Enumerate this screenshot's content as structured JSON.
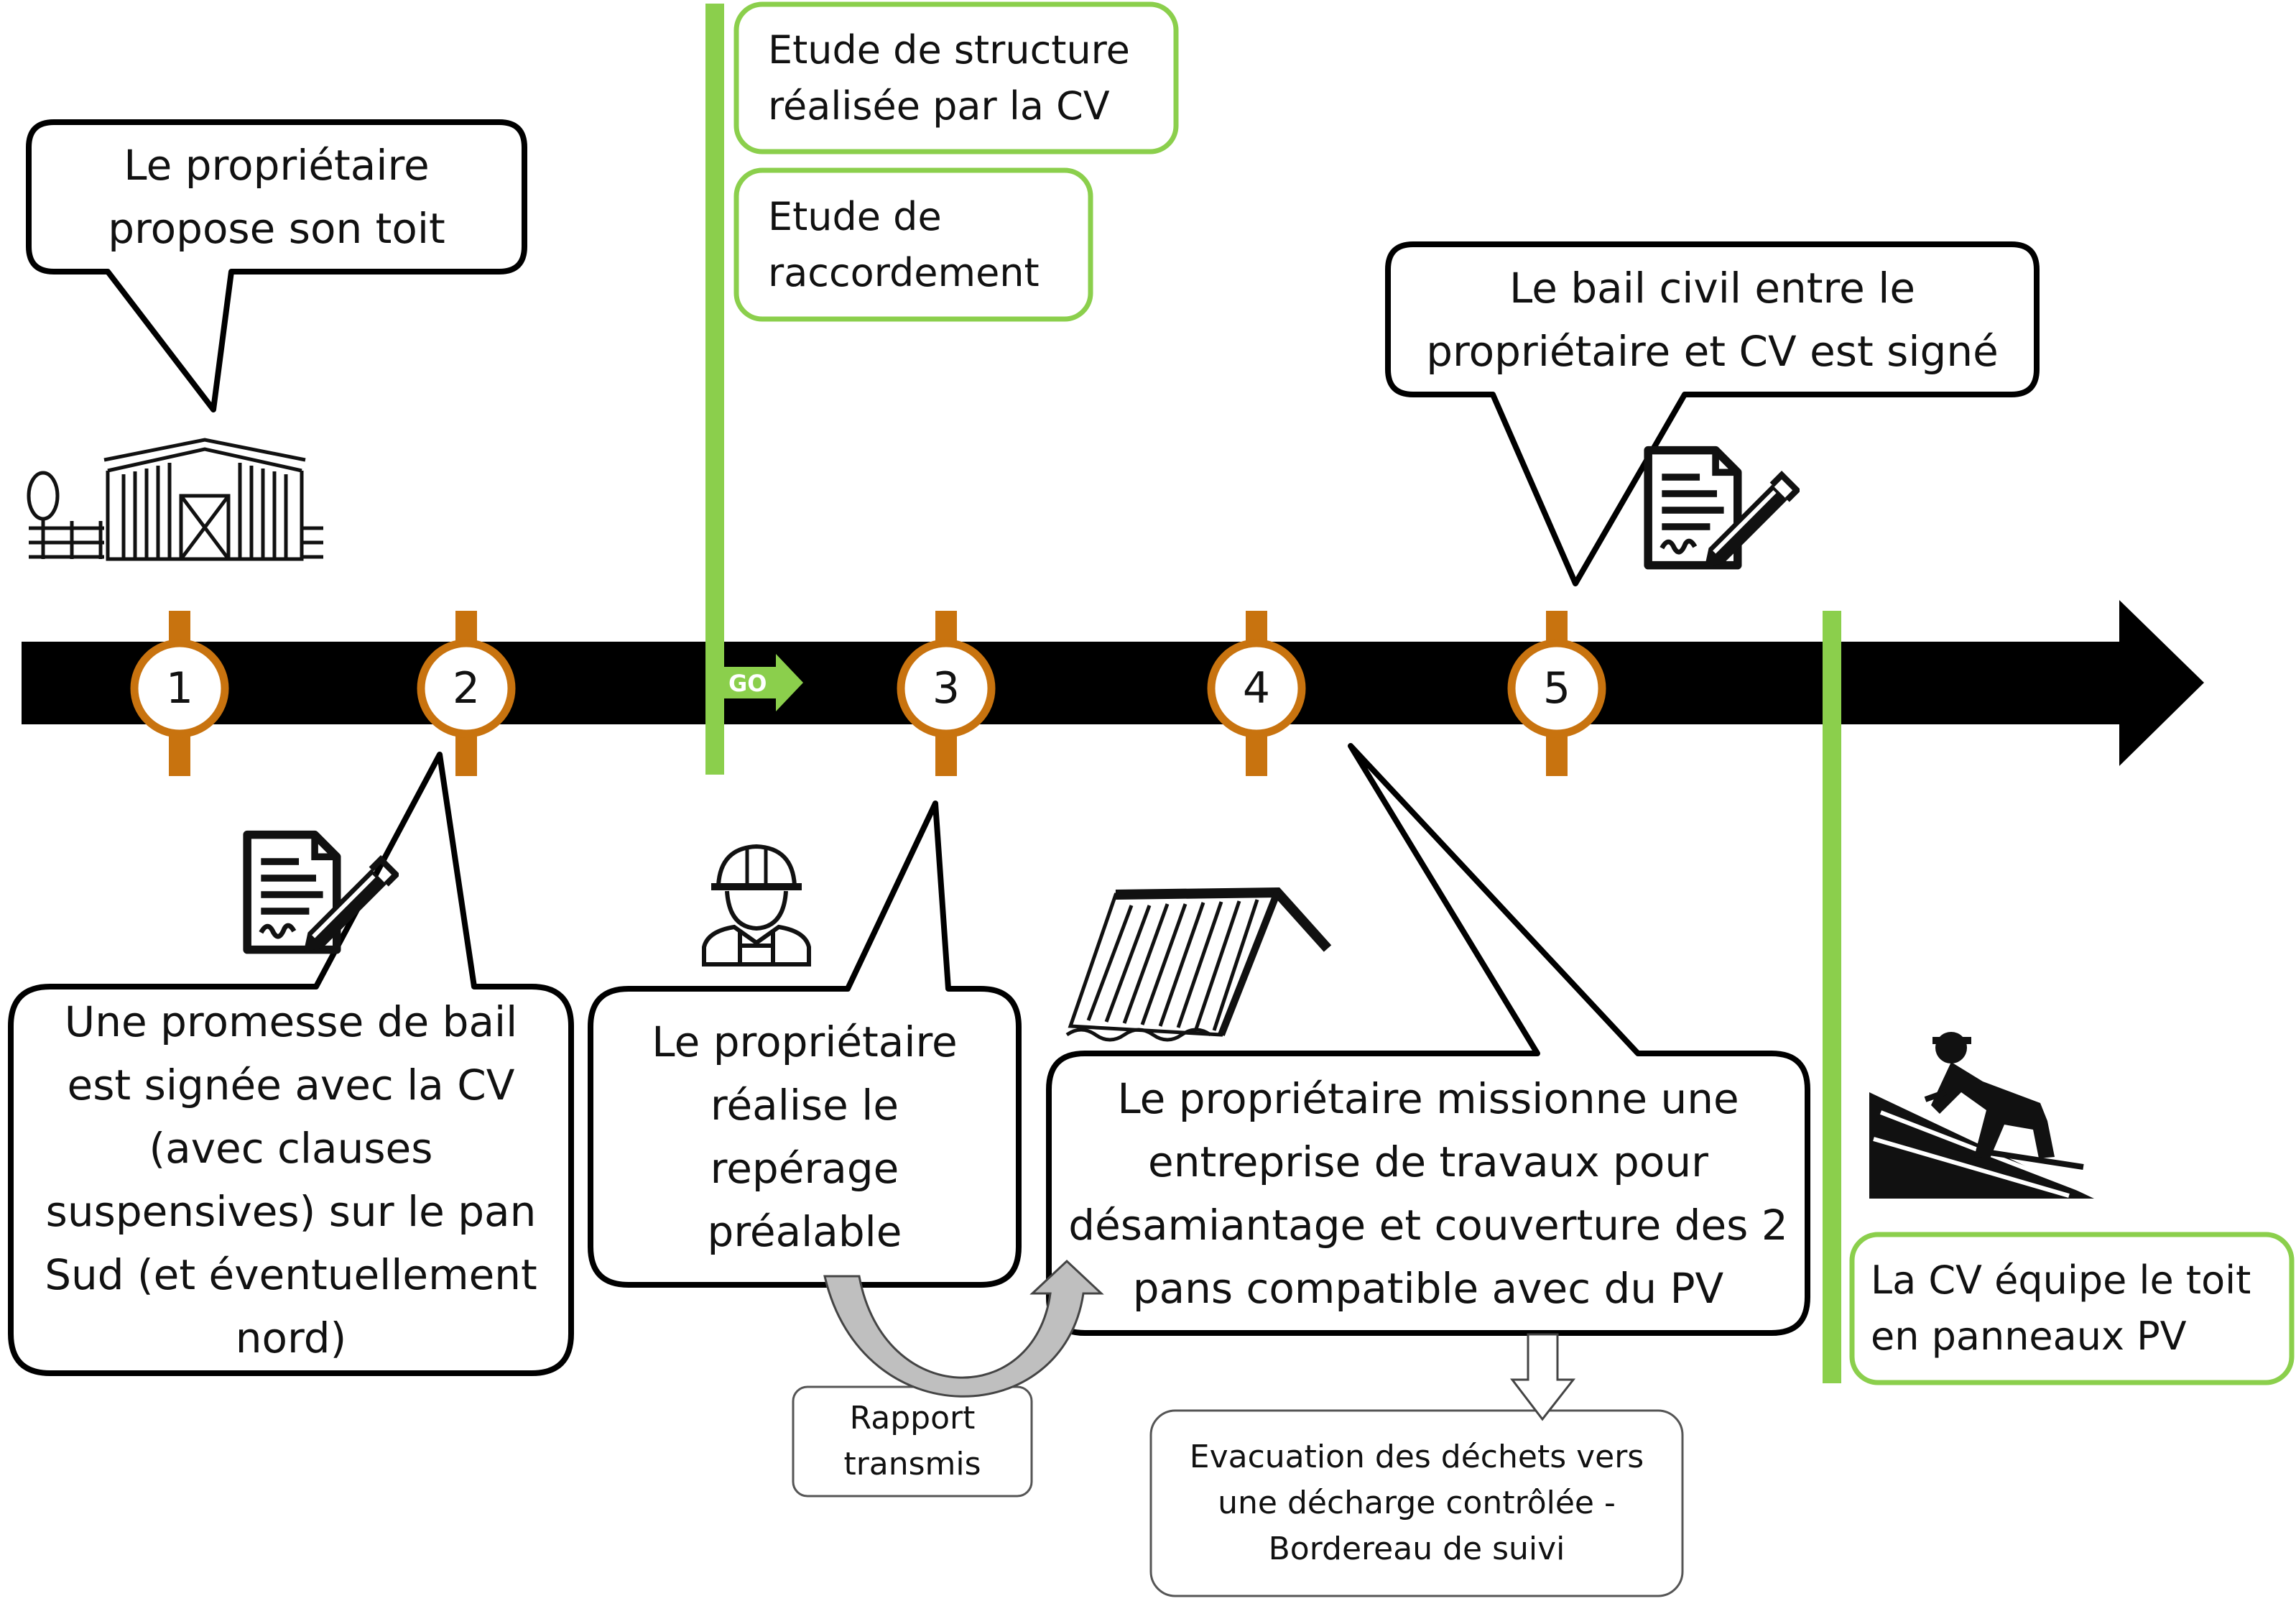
{
  "bubbles": {
    "propose": "Le propriétaire\npropose son toit",
    "promesse": "Une promesse de bail\nest signée avec la CV\n(avec clauses\nsuspensives) sur le pan\nSud (et éventuellement\nnord)",
    "reperage": "Le propriétaire\nréalise le\nrepérage\npréalable",
    "travaux": "Le propriétaire missionne une\nentreprise de travaux pour\ndésamiantage et couverture des 2\npans compatible avec du PV",
    "bail_civil": "Le bail civil entre le\npropriétaire et CV est signé"
  },
  "green_notes": {
    "etude_structure": "Etude de structure\nréalisée par la CV",
    "etude_raccordement": "Etude de\nraccordement",
    "equipe": "La CV équipe le toit\nen panneaux PV"
  },
  "small_notes": {
    "rapport": "Rapport\ntransmis",
    "evacuation": "Evacuation des déchets vers\nune décharge contrôlée -\nBordereau de suivi"
  },
  "timeline": {
    "go_label": "GO",
    "steps": [
      "1",
      "2",
      "3",
      "4",
      "5"
    ]
  },
  "icons": [
    "barn-icon",
    "contract-signature-icon",
    "worker-helmet-icon",
    "corrugated-roof-icon",
    "roofer-icon",
    "contract-signature-icon"
  ],
  "colors": {
    "timeline": "#000000",
    "marker": "#c8730f",
    "green": "#8bcf4c",
    "outline": "#000000"
  }
}
